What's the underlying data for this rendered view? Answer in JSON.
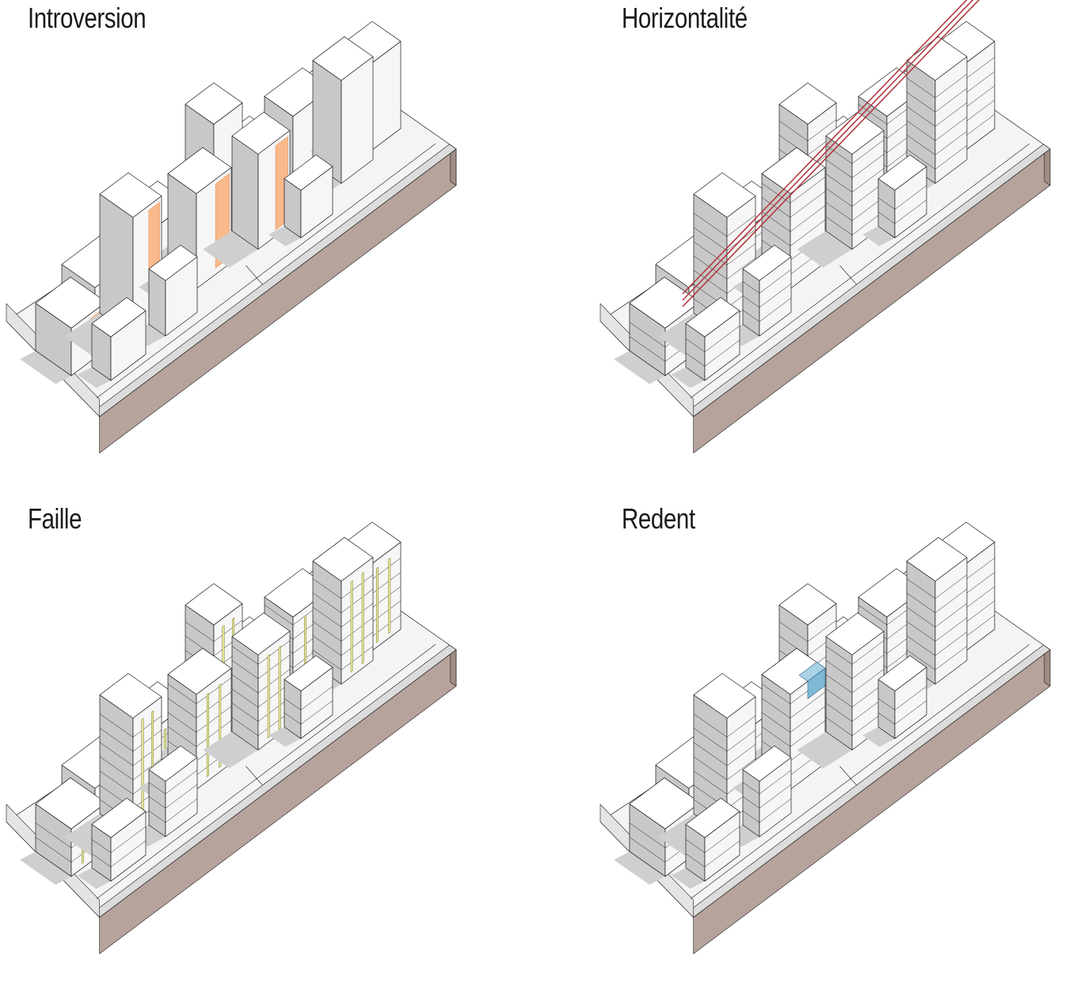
{
  "panels": [
    {
      "id": "introversion",
      "title": "Introversion",
      "accent_name": "orange",
      "accent": "#f9b98b",
      "accent_stroke": "#e89660"
    },
    {
      "id": "horizontalite",
      "title": "Horizontalité",
      "accent_name": "red",
      "accent": "#b23a42",
      "accent_stroke": "#b23a42"
    },
    {
      "id": "faille",
      "title": "Faille",
      "accent_name": "yellow",
      "accent": "#e7e79a",
      "accent_stroke": "#7a7a30"
    },
    {
      "id": "redent",
      "title": "Redent",
      "accent_name": "blue",
      "accent": "#7fb8d4",
      "accent_stroke": "#2f5f80"
    }
  ],
  "colors": {
    "building_roof": "#ffffff",
    "building_light": "#f6f6f6",
    "building_shade": "#c8c8c8",
    "shadow": "#cfcfcf",
    "site_ground": "#f4f4f4",
    "site_edge": "#dcdcdc",
    "site_earth": "#b6a39b",
    "line": "#1a1a1a"
  }
}
